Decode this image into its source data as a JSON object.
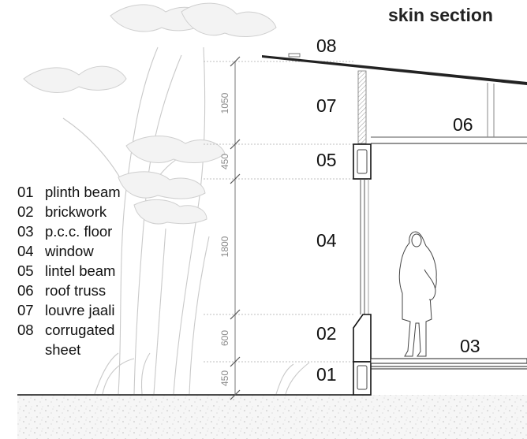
{
  "title": "skin section",
  "legend": [
    {
      "num": "01",
      "label": "plinth beam"
    },
    {
      "num": "02",
      "label": "brickwork"
    },
    {
      "num": "03",
      "label": "p.c.c. floor"
    },
    {
      "num": "04",
      "label": "window"
    },
    {
      "num": "05",
      "label": "lintel beam"
    },
    {
      "num": "06",
      "label": "roof truss"
    },
    {
      "num": "07",
      "label": "louvre jaali"
    },
    {
      "num": "08",
      "label": "corrugated"
    },
    {
      "num": "",
      "label": "sheet"
    }
  ],
  "callouts": {
    "c01": "01",
    "c02": "02",
    "c03": "03",
    "c04": "04",
    "c05": "05",
    "c06": "06",
    "c07": "07",
    "c08": "08"
  },
  "dimensions": {
    "d1050": "1050",
    "d450_top": "450",
    "d1800": "1800",
    "d600": "600",
    "d450_bottom": "450"
  }
}
